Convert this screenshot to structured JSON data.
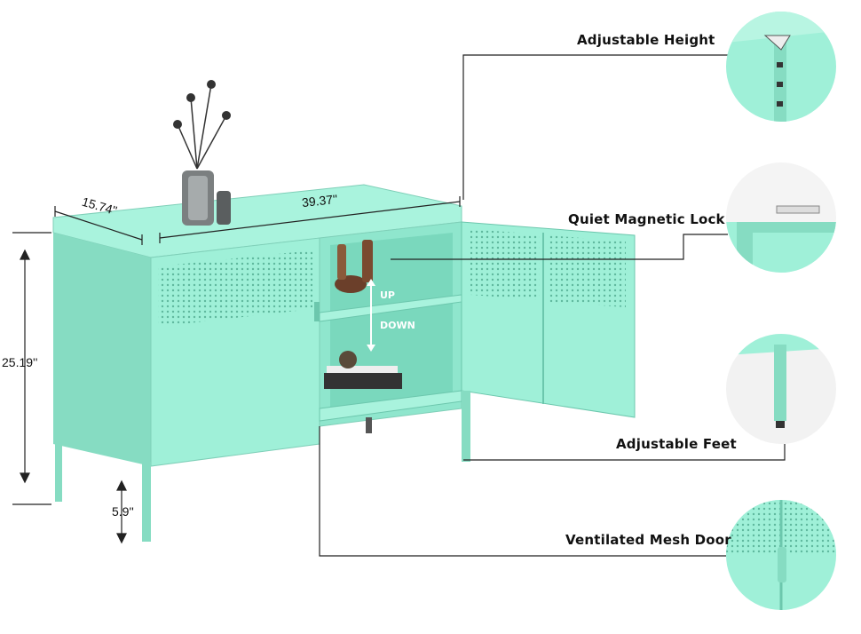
{
  "dimensions": {
    "depth": "15.74''",
    "width": "39.37''",
    "height": "25.19''",
    "leg_height": "5.9''"
  },
  "shelf_arrows": {
    "up": "UP",
    "down": "DOWN"
  },
  "features": [
    {
      "label": "Adjustable Height"
    },
    {
      "label": "Quiet Magnetic Lock"
    },
    {
      "label": "Adjustable Feet"
    },
    {
      "label": "Ventilated Mesh Door"
    }
  ],
  "colors": {
    "cabinet": "#9ff0d8",
    "cabinet_shade": "#86dcc2",
    "cabinet_dark": "#6cc7ad",
    "interior": "#8fe6cd",
    "line": "#222222"
  }
}
